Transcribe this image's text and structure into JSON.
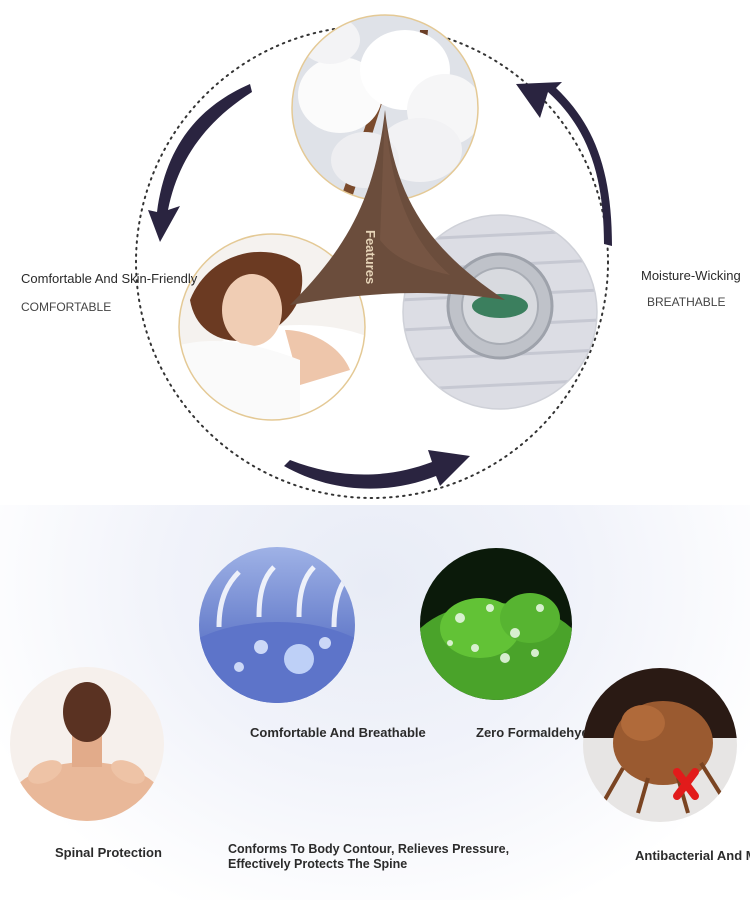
{
  "features": {
    "center_label": "Features",
    "left": {
      "title": "Comfortable And Skin-Friendly",
      "subtitle": "COMFORTABLE"
    },
    "right": {
      "title": "Moisture-Wicking",
      "subtitle": "BREATHABLE"
    }
  },
  "benefits": [
    {
      "label": "Comfortable And Breathable"
    },
    {
      "label": "Zero Formaldehyde"
    },
    {
      "label": "Spinal Protection"
    },
    {
      "label": "Antibacterial And M"
    }
  ],
  "description": {
    "line1": "Conforms To Body Contour, Relieves Pressure,",
    "line2": "Effectively Protects The Spine"
  },
  "colors": {
    "arrow": "#2a2440",
    "center_triangle": "#6b4d3c",
    "label_text": "#2a2a2a"
  }
}
